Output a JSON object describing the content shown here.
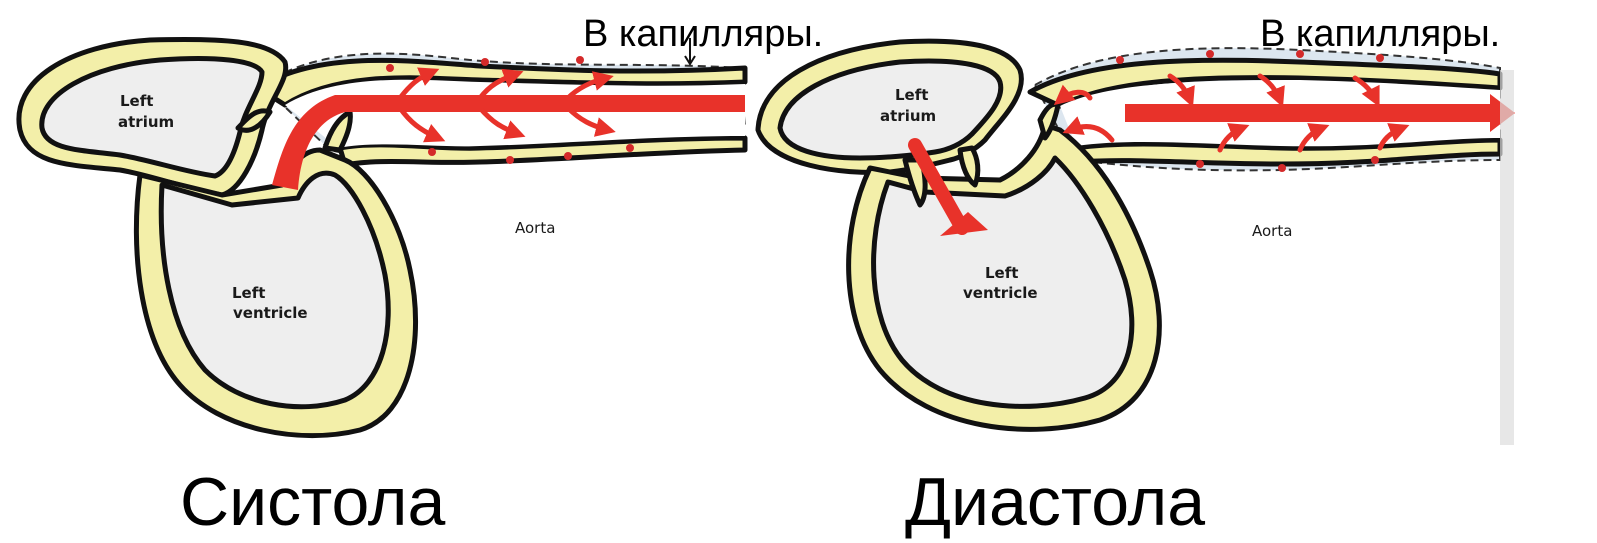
{
  "panels": [
    {
      "phase": "Систола",
      "capillary_label": "В капилляры.",
      "atrium_label": [
        "Left",
        "atrium"
      ],
      "ventricle_label": [
        "Left",
        "ventricle"
      ],
      "aorta_label": "Aorta"
    },
    {
      "phase": "Диастола",
      "capillary_label": "В капилляры.",
      "atrium_label": [
        "Left",
        "atrium"
      ],
      "ventricle_label": [
        "Left",
        "ventricle"
      ],
      "aorta_label": "Aorta"
    }
  ],
  "colors": {
    "wall": "#f3efa9",
    "cavity": "#eeeeee",
    "blood_flow": "#e8322a",
    "vessel_halo": "#dce6ef"
  }
}
